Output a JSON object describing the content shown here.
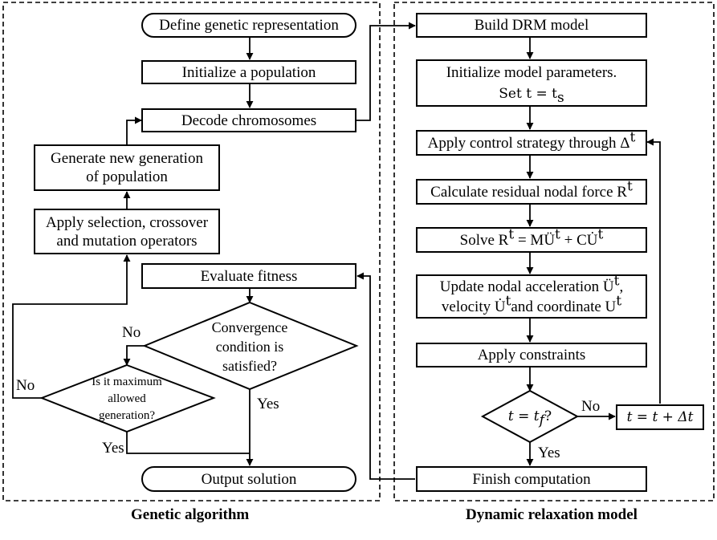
{
  "genetic": {
    "caption": "Genetic algorithm",
    "define": "Define genetic representation",
    "init_pop": "Initialize a population",
    "decode": "Decode chromosomes",
    "generate_l1": "Generate new generation",
    "generate_l2": "of population",
    "apply_sel_l1": "Apply selection, crossover",
    "apply_sel_l2": "and mutation operators",
    "evaluate": "Evaluate fitness",
    "conv_l1": "Convergence",
    "conv_l2": "condition is",
    "conv_l3": "satisfied?",
    "max_l1": "Is it maximum",
    "max_l2": "allowed",
    "max_l3": "generation?",
    "output": "Output solution",
    "no_conv": "No",
    "yes_conv": "Yes",
    "no_max": "No",
    "yes_max": "Yes"
  },
  "drm": {
    "caption": "Dynamic relaxation model",
    "build": "Build DRM model",
    "init_params": "Initialize model parameters.",
    "set_t": "Set t = t",
    "set_t_sub": "s",
    "apply_control": "Apply control strategy through Δ",
    "sup_t": "t",
    "calc_residual": "Calculate residual nodal force R",
    "solve": "Solve R",
    "solve_rhs": "= MÜ",
    "solve_rhs2": "+ CU̇",
    "update_l1": "Update nodal acceleration Ü",
    "update_velocity": "velocity U̇",
    "update_coord": "and coordinate U",
    "constraints": "Apply constraints",
    "check": "t = t",
    "check_sub": "f",
    "check_q": "?",
    "increment": "t = t + Δt",
    "finish": "Finish computation",
    "no": "No",
    "yes": "Yes"
  }
}
